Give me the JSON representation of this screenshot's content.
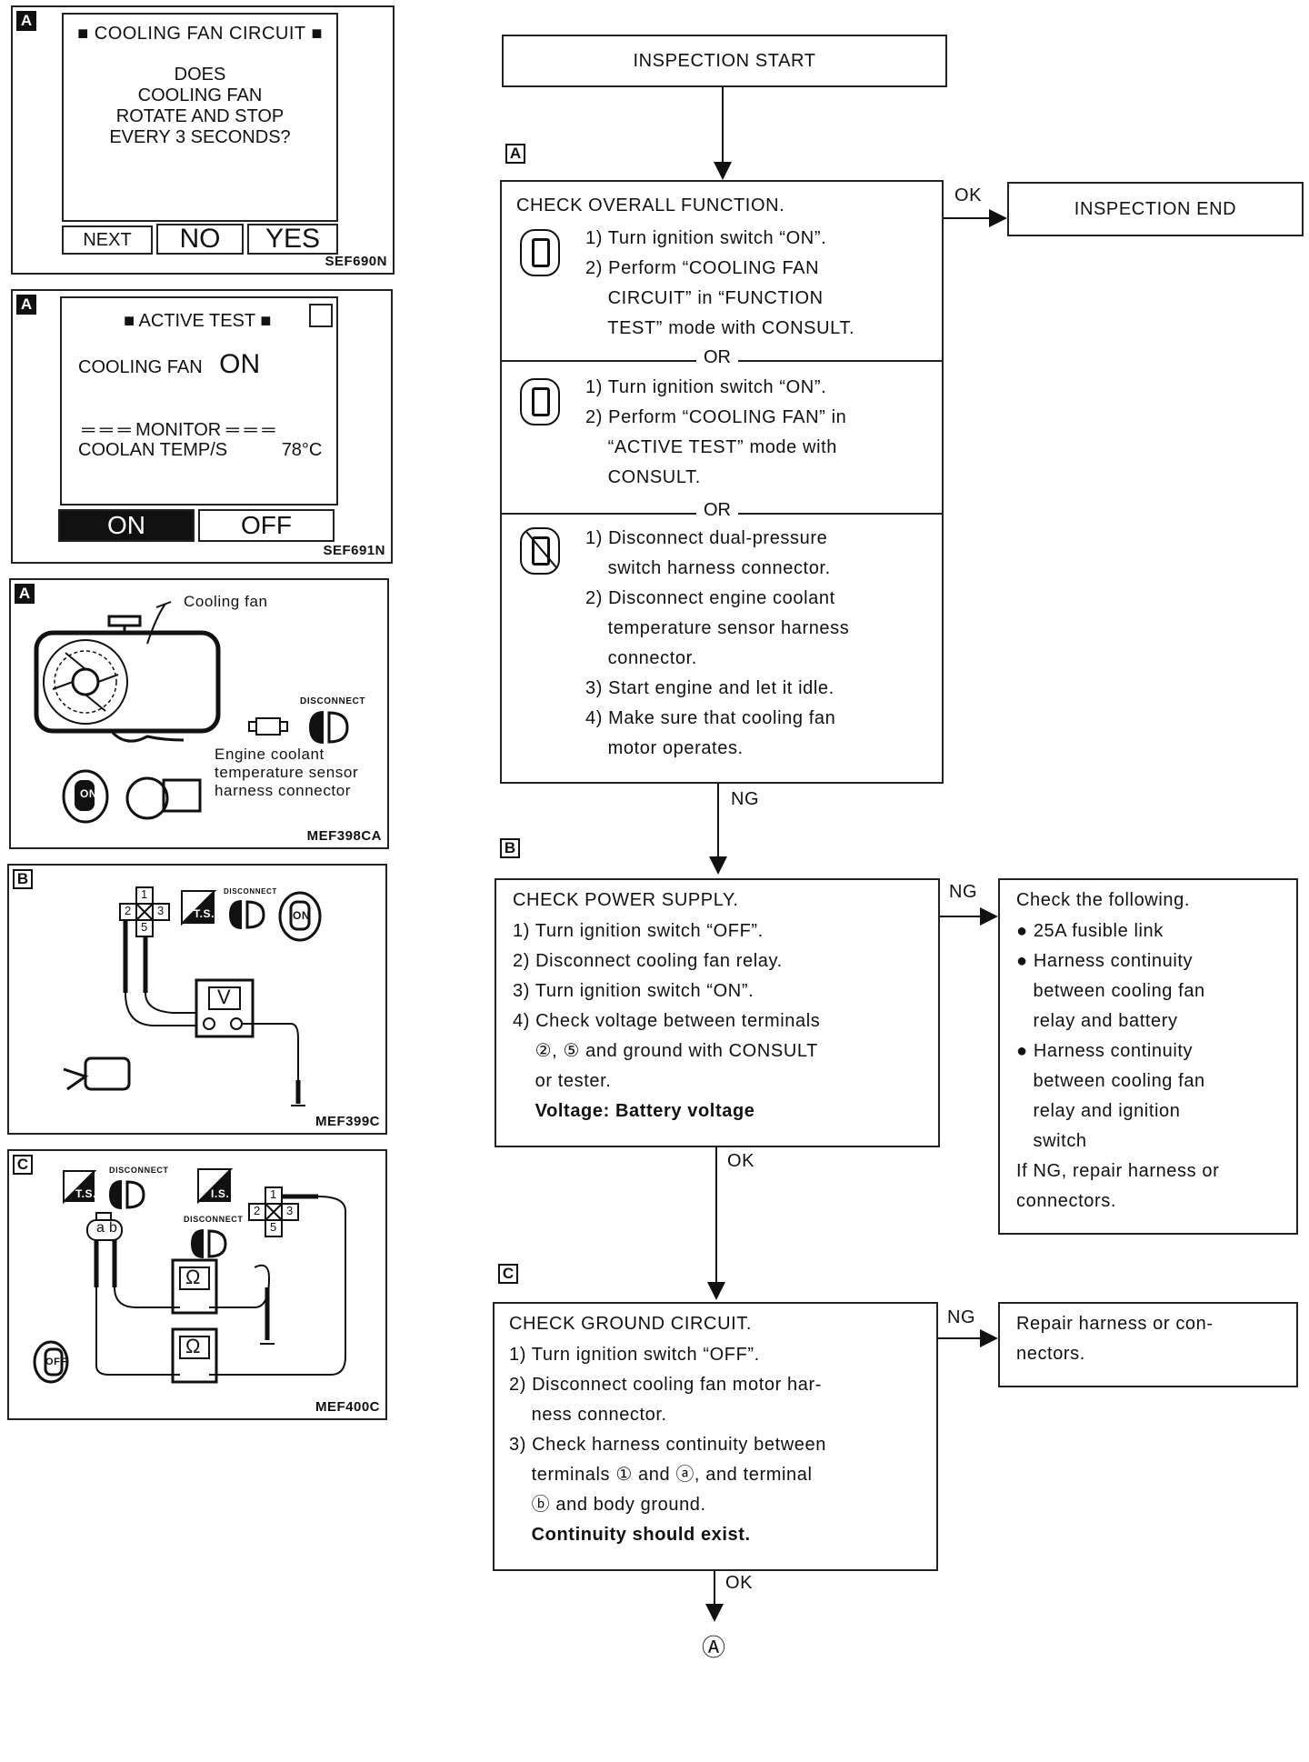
{
  "panel_cooling_fan_circuit": {
    "tag": "A",
    "header": "COOLING FAN CIRCUIT",
    "question": [
      "DOES",
      "COOLING FAN",
      "ROTATE AND STOP",
      "EVERY 3 SECONDS?"
    ],
    "buttons": {
      "next": "NEXT",
      "no": "NO",
      "yes": "YES"
    },
    "ref": "SEF690N"
  },
  "panel_active_test": {
    "tag": "A",
    "header": "ACTIVE TEST",
    "item_label": "COOLING FAN",
    "item_value": "ON",
    "monitor_label": "═ ═ ═ MONITOR ═ ═ ═",
    "sensor_label": "COOLAN TEMP/S",
    "sensor_value": "78°C",
    "buttons": {
      "on": "ON",
      "off": "OFF"
    },
    "ref": "SEF691N"
  },
  "panel_fan_diagram": {
    "tag": "A",
    "cooling_fan_label": "Cooling fan",
    "disconnect_label": "DISCONNECT",
    "connector_note": [
      "Engine coolant",
      "temperature sensor",
      "harness connector"
    ],
    "key_label": "ON",
    "ref": "MEF398CA"
  },
  "panel_voltage_check": {
    "tag": "B",
    "terminals": {
      "t1": "1",
      "t2": "2",
      "t3": "3",
      "t5": "5"
    },
    "ts_label": "T.S.",
    "disconnect_label": "DISCONNECT",
    "key_label": "ON",
    "meter_label": "V",
    "ref": "MEF399C"
  },
  "panel_ground_check": {
    "tag": "C",
    "ts_label": "T.S.",
    "is_label": "I.S.",
    "disconnect_label": "DISCONNECT",
    "connector_pins": {
      "a": "a",
      "b": "b"
    },
    "terminals": {
      "t1": "1",
      "t2": "2",
      "t3": "3",
      "t5": "5"
    },
    "meter_label": "Ω",
    "key_label": "OFF",
    "ref": "MEF400C"
  },
  "flow": {
    "start": "INSPECTION START",
    "end": "INSPECTION END",
    "ok": "OK",
    "ng": "NG",
    "or": "OR",
    "tag_a": "A",
    "tag_b": "B",
    "tag_c": "C",
    "continue_symbol": "Ⓐ",
    "check_overall": {
      "title": "CHECK OVERALL FUNCTION.",
      "method1": [
        "1) Turn ignition switch “ON”.",
        "2) Perform “COOLING FAN",
        "    CIRCUIT” in “FUNCTION",
        "    TEST” mode with CONSULT."
      ],
      "method2": [
        "1) Turn ignition switch “ON”.",
        "2) Perform “COOLING FAN” in",
        "    “ACTIVE TEST” mode with",
        "    CONSULT."
      ],
      "method3": [
        "1) Disconnect dual-pressure",
        "    switch harness connector.",
        "2) Disconnect engine coolant",
        "    temperature sensor harness",
        "    connector.",
        "3) Start engine and let it idle.",
        "4) Make sure that cooling fan",
        "    motor operates."
      ]
    },
    "check_power": {
      "title": "CHECK POWER SUPPLY.",
      "lines": [
        "1) Turn ignition switch “OFF”.",
        "2) Disconnect cooling fan relay.",
        "3) Turn ignition switch “ON”.",
        "4) Check voltage between terminals",
        "    ②, ⑤ and ground with CONSULT",
        "    or tester."
      ],
      "spec": "    Voltage: Battery voltage"
    },
    "check_following": {
      "title": "Check the following.",
      "lines": [
        "● 25A fusible link",
        "● Harness continuity",
        "   between cooling fan",
        "   relay and battery",
        "● Harness continuity",
        "   between cooling fan",
        "   relay and ignition",
        "   switch",
        "If NG, repair harness or",
        "connectors."
      ]
    },
    "check_ground": {
      "title": "CHECK GROUND CIRCUIT.",
      "lines": [
        "1) Turn ignition switch “OFF”.",
        "2) Disconnect cooling fan motor har-",
        "    ness connector.",
        "3) Check harness continuity between",
        "    terminals ① and ⓐ, and terminal",
        "    ⓑ and body ground."
      ],
      "spec": "    Continuity should exist."
    },
    "repair": {
      "lines": [
        "Repair harness or con-",
        "nectors."
      ]
    }
  }
}
